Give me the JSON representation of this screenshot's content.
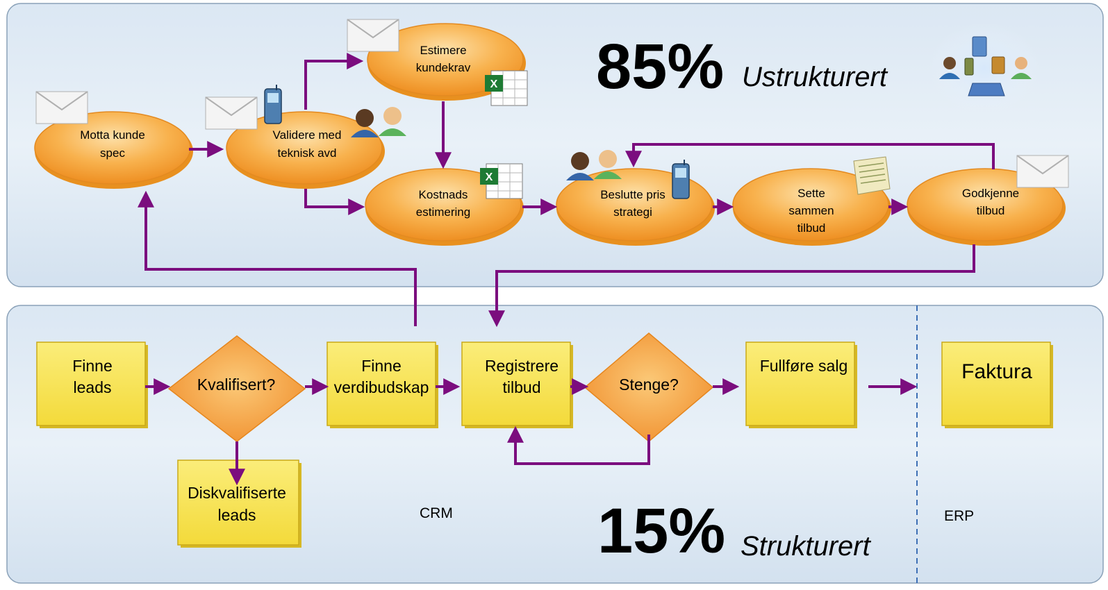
{
  "top_panel": {
    "percent": "85%",
    "label": "Ustrukturert",
    "nodes": [
      {
        "id": "motta",
        "lines": [
          "Motta kunde",
          "spec"
        ]
      },
      {
        "id": "validere",
        "lines": [
          "Validere med",
          "teknisk avd"
        ]
      },
      {
        "id": "estimere",
        "lines": [
          "Estimere",
          "kundekrav"
        ]
      },
      {
        "id": "kostnads",
        "lines": [
          "Kostnads",
          "estimering"
        ]
      },
      {
        "id": "beslutte",
        "lines": [
          "Beslutte pris",
          "strategi"
        ]
      },
      {
        "id": "sette",
        "lines": [
          "Sette",
          "sammen",
          "tilbud"
        ]
      },
      {
        "id": "godkjenne",
        "lines": [
          "Godkjenne",
          "tilbud"
        ]
      }
    ]
  },
  "bottom_panel": {
    "percent": "15%",
    "label": "Strukturert",
    "crm_label": "CRM",
    "erp_label": "ERP",
    "boxes": [
      {
        "id": "finne-leads",
        "lines": [
          "Finne",
          "leads"
        ]
      },
      {
        "id": "finne-verdi",
        "lines": [
          "Finne",
          "verdibudskap"
        ]
      },
      {
        "id": "registrere",
        "lines": [
          "Registrere",
          "tilbud"
        ]
      },
      {
        "id": "fullfore",
        "lines": [
          "Fullføre salg"
        ]
      },
      {
        "id": "faktura",
        "lines": [
          "Faktura"
        ]
      },
      {
        "id": "diskval",
        "lines": [
          "Diskvalifiserte",
          "leads"
        ]
      }
    ],
    "decisions": [
      {
        "id": "kvalifisert",
        "label": "Kvalifisert?"
      },
      {
        "id": "stenge",
        "label": "Stenge?"
      }
    ]
  },
  "colors": {
    "arrow": "#7b0d7e",
    "panel_top": "#e3edf7",
    "ellipse": "#f6a23a",
    "box": "#f8e24a",
    "divider": "#3d6fb5"
  }
}
